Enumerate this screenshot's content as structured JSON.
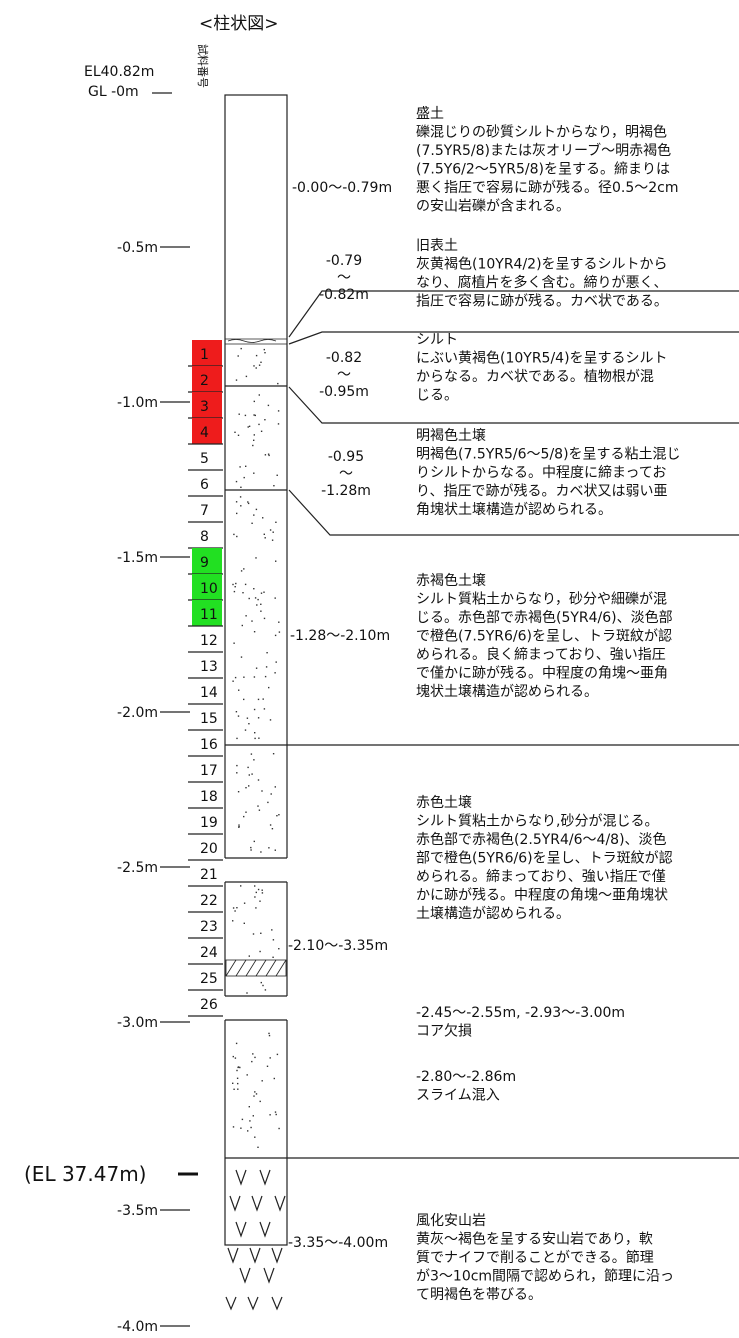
{
  "title": "<柱状図>",
  "sample_number_label": "試料番号",
  "elevation": {
    "el_label": "EL40.82m",
    "gl_label": "GL -0m",
    "bottom_el_label": "(EL 37.47m)"
  },
  "depth_ticks": [
    "-0.5m",
    "-1.0m",
    "-1.5m",
    "-2.0m",
    "-2.5m",
    "-3.0m",
    "-3.5m",
    "-4.0m"
  ],
  "samples": [
    {
      "num": "1",
      "color": "#ee1c1c"
    },
    {
      "num": "2",
      "color": "#ee1c1c"
    },
    {
      "num": "3",
      "color": "#ee1c1c"
    },
    {
      "num": "4",
      "color": "#ee1c1c"
    },
    {
      "num": "5",
      "color": ""
    },
    {
      "num": "6",
      "color": ""
    },
    {
      "num": "7",
      "color": ""
    },
    {
      "num": "8",
      "color": ""
    },
    {
      "num": "9",
      "color": "#22e022"
    },
    {
      "num": "10",
      "color": "#22e022"
    },
    {
      "num": "11",
      "color": "#22e022"
    },
    {
      "num": "12",
      "color": ""
    },
    {
      "num": "13",
      "color": ""
    },
    {
      "num": "14",
      "color": ""
    },
    {
      "num": "15",
      "color": ""
    },
    {
      "num": "16",
      "color": ""
    },
    {
      "num": "17",
      "color": ""
    },
    {
      "num": "18",
      "color": ""
    },
    {
      "num": "19",
      "color": ""
    },
    {
      "num": "20",
      "color": ""
    },
    {
      "num": "21",
      "color": ""
    },
    {
      "num": "22",
      "color": ""
    },
    {
      "num": "23",
      "color": ""
    },
    {
      "num": "24",
      "color": ""
    },
    {
      "num": "25",
      "color": ""
    },
    {
      "num": "26",
      "color": ""
    }
  ],
  "layers": [
    {
      "depth_range": [
        "-0.00～-0.79m"
      ],
      "name": "盛土",
      "description": [
        "礫混じりの砂質シルトからなり，明褐色",
        "(7.5YR5/8)または灰オリーブ～明赤褐色",
        "(7.5Y6/2～5YR5/8)を呈する。締まりは",
        "悪く指圧で容易に跡が残る。径0.5～2cm",
        "の安山岩礫が含まれる。"
      ],
      "notes": []
    },
    {
      "depth_range": [
        "-0.79",
        "～",
        "-0.82m"
      ],
      "name": "旧表土",
      "description": [
        "灰黄褐色(10YR4/2)を呈するシルトから",
        "なり、腐植片を多く含む。締りが悪く、",
        "指圧で容易に跡が残る。カベ状である。"
      ],
      "notes": []
    },
    {
      "depth_range": [
        "-0.82",
        "～",
        "-0.95m"
      ],
      "name": "シルト",
      "description": [
        "にぶい黄褐色(10YR5/4)を呈するシルト",
        "からなる。カベ状である。植物根が混",
        "じる。"
      ],
      "notes": []
    },
    {
      "depth_range": [
        "-0.95",
        "～",
        "-1.28m"
      ],
      "name": "明褐色土壌",
      "description": [
        "明褐色(7.5YR5/6～5/8)を呈する粘土混じ",
        "りシルトからなる。中程度に締まってお",
        "り、指圧で跡が残る。カベ状又は弱い亜",
        "角塊状土壌構造が認められる。"
      ],
      "notes": []
    },
    {
      "depth_range": [
        "-1.28～-2.10m"
      ],
      "name": "赤褐色土壌",
      "description": [
        "シルト質粘土からなり，砂分や細礫が混",
        "じる。赤色部で赤褐色(5YR4/6)、淡色部",
        "で橙色(7.5YR6/6)を呈し、トラ斑紋が認",
        "められる。良く締まっており、強い指圧",
        "で僅かに跡が残る。中程度の角塊～亜角",
        "塊状土壌構造が認められる。"
      ],
      "notes": []
    },
    {
      "depth_range": [
        "-2.10～-3.35m"
      ],
      "name": "赤色土壌",
      "description": [
        "シルト質粘土からなり,砂分が混じる。",
        "赤色部で赤褐色(2.5YR4/6～4/8)、淡色",
        "部で橙色(5YR6/6)を呈し、トラ斑紋が認",
        "められる。締まっており、強い指圧で僅",
        "かに跡が残る。中程度の角塊～亜角塊状",
        "土壌構造が認められる。"
      ],
      "notes": [
        {
          "range": "-2.45～-2.55m, -2.93～-3.00m",
          "text": "コア欠損"
        },
        {
          "range": "-2.80～-2.86m",
          "text": "スライム混入"
        }
      ]
    },
    {
      "depth_range": [
        "-3.35～-4.00m"
      ],
      "name": "風化安山岩",
      "description": [
        "黄灰～褐色を呈する安山岩であり，軟",
        "質でナイフで削ることができる。節理",
        "が3～10cm間隔で認められ，節理に沿っ",
        "て明褐色を帯びる。"
      ],
      "notes": []
    }
  ]
}
